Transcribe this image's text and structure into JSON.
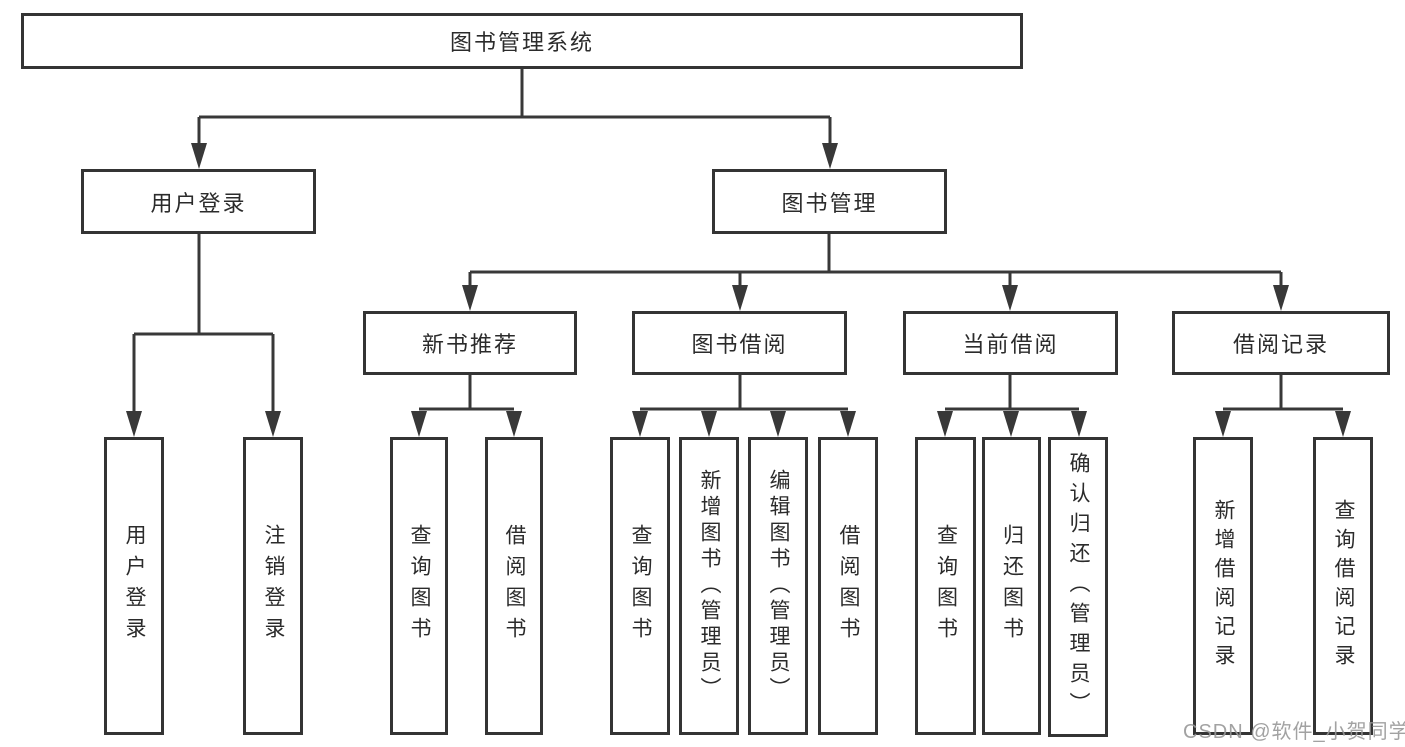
{
  "tree": {
    "label": "图书管理系统",
    "children": [
      {
        "label": "用户登录",
        "children": [
          {
            "label": "用户登录"
          },
          {
            "label": "注销登录"
          }
        ]
      },
      {
        "label": "图书管理",
        "children": [
          {
            "label": "新书推荐",
            "children": [
              {
                "label": "查询图书"
              },
              {
                "label": "借阅图书"
              }
            ]
          },
          {
            "label": "图书借阅",
            "children": [
              {
                "label": "查询图书"
              },
              {
                "label": "新增图书（管理员）"
              },
              {
                "label": "编辑图书（管理员）"
              },
              {
                "label": "借阅图书"
              }
            ]
          },
          {
            "label": "当前借阅",
            "children": [
              {
                "label": "查询图书"
              },
              {
                "label": "归还图书"
              },
              {
                "label": "确认归还（管理员）"
              }
            ]
          },
          {
            "label": "借阅记录",
            "children": [
              {
                "label": "新增借阅记录"
              },
              {
                "label": "查询借阅记录"
              }
            ]
          }
        ]
      }
    ]
  },
  "watermark": "CSDN @软件_小贺同学",
  "colors": {
    "line": "#383838",
    "box_border": "#343434",
    "text": "#2b2b2b",
    "watermark": "#989898",
    "background": "#ffffff"
  }
}
